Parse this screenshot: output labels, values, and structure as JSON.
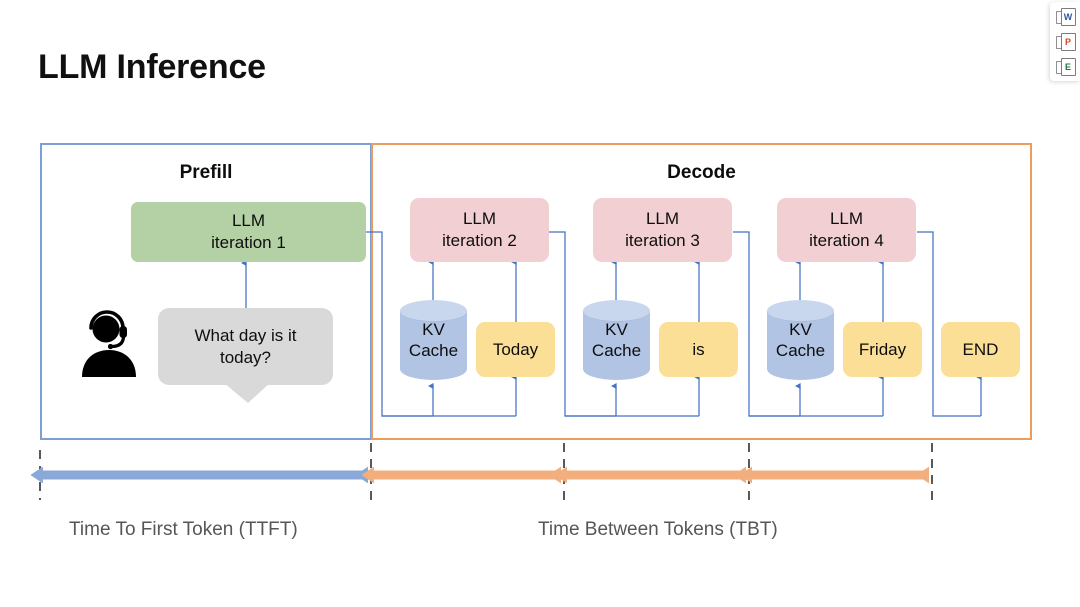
{
  "slide": {
    "title": "LLM Inference",
    "background": "#ffffff"
  },
  "paste_options": {
    "name": "paste-options-floater",
    "buttons": [
      {
        "id": "paste-word",
        "icon": "word-document-icon",
        "glyph": "W",
        "color": "#2b579a"
      },
      {
        "id": "paste-powerpoint",
        "icon": "powerpoint-document-icon",
        "glyph": "P",
        "color": "#d24726"
      },
      {
        "id": "paste-excel",
        "icon": "excel-document-icon",
        "glyph": "E",
        "color": "#217346"
      }
    ]
  },
  "phases": {
    "prefill": {
      "label": "Prefill",
      "border_color": "#7d9fd4"
    },
    "decode": {
      "label": "Decode",
      "border_color": "#ed9c5f"
    }
  },
  "nodes": {
    "iteration1": {
      "line1": "LLM",
      "line2": "iteration 1",
      "color": "#b3d1a4"
    },
    "iteration2": {
      "line1": "LLM",
      "line2": "iteration 2",
      "color": "#f2cfd2"
    },
    "iteration3": {
      "line1": "LLM",
      "line2": "iteration 3",
      "color": "#f2cfd2"
    },
    "iteration4": {
      "line1": "LLM",
      "line2": "iteration 4",
      "color": "#f2cfd2"
    },
    "prompt_bubble": {
      "line1": "What day is it",
      "line2": "today?",
      "color": "#d9d9d9"
    },
    "kv_cache": {
      "line1": "KV",
      "line2": "Cache",
      "color": "#b1c4e3"
    },
    "tokens": [
      {
        "id": "token-today",
        "label": "Today",
        "color": "#fbdf96"
      },
      {
        "id": "token-is",
        "label": "is",
        "color": "#fbdf96"
      },
      {
        "id": "token-friday",
        "label": "Friday",
        "color": "#fbdf96"
      },
      {
        "id": "token-end",
        "label": "END",
        "color": "#fbdf96"
      }
    ]
  },
  "timeline": {
    "ttft_label": "Time To First Token (TTFT)",
    "tbt_label": "Time Between Tokens (TBT)",
    "ttft_color": "#8aa8d8",
    "tbt_color": "#f3ae7e",
    "tick_color": "#595959",
    "label_color": "#565656"
  }
}
